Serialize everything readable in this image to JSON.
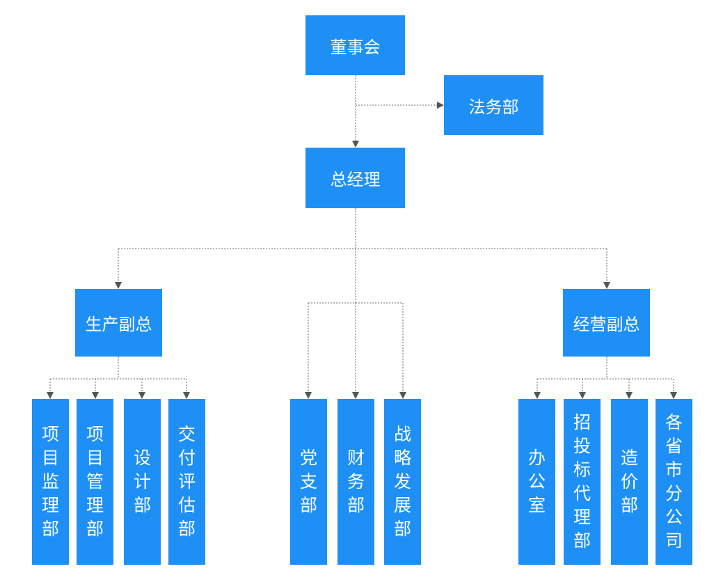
{
  "colors": {
    "node_fill": "#1e90f5",
    "node_text": "#ffffff",
    "connector": "#888888",
    "background": "#ffffff"
  },
  "nodes": {
    "board": "董事会",
    "legal": "法务部",
    "gm": "总经理",
    "prod_vp": "生产副总",
    "biz_vp": "经营副总",
    "proj_supervision": "项目监理部",
    "proj_management": "项目管理部",
    "design": "设计部",
    "delivery_eval": "交付评估部",
    "party_branch": "党支部",
    "finance": "财务部",
    "strategy": "战略发展部",
    "office": "办公室",
    "bidding_agency": "招投标代理部",
    "cost": "造价部",
    "provincial_branches": "各省市分公司"
  }
}
